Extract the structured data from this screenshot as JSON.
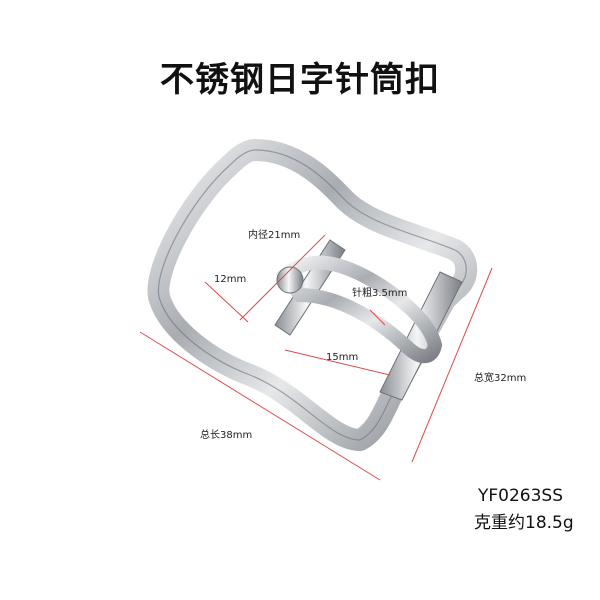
{
  "title": "不锈钢日字针筒扣",
  "product_code": "YF0263SS",
  "weight": "克重约18.5g",
  "dimensions": {
    "inner_diameter": "内径21mm",
    "left_width": "12mm",
    "pin_thickness": "针粗3.5mm",
    "inner_span": "15mm",
    "total_width": "总宽32mm",
    "total_length": "总长38mm"
  },
  "colors": {
    "dimension_line": "#e24a4a",
    "metal": "#b9bcc0"
  }
}
